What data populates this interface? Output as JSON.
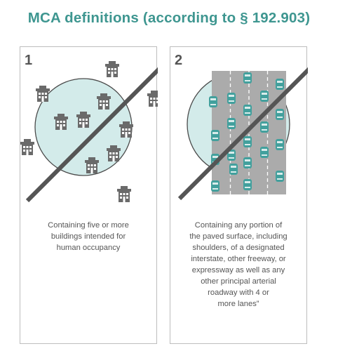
{
  "header": {
    "title": "MCA definitions (according to § 192.903)"
  },
  "colors": {
    "title": "#3e9690",
    "circle_fill": "#d3ebea",
    "circle_stroke": "#4b4b4b",
    "slash": "#555555",
    "building": "#6a6a6a",
    "road": "#ababab",
    "car": "#42a09d",
    "text": "#555555",
    "border": "#bdbdbd"
  },
  "panels": [
    {
      "number": "1",
      "caption": "Containing five or more\nbuildings intended for\nhuman occupancy",
      "icon": "building-icon"
    },
    {
      "number": "2",
      "caption": "Containing any portion of\nthe paved surface, including\nshoulders, of a designated\ninterstate, other freeway, or\nexpressway as well as any\nother principal arterial\nroadway with 4 or\nmore lanes”",
      "icon": "car-icon",
      "lanes": 4
    }
  ]
}
